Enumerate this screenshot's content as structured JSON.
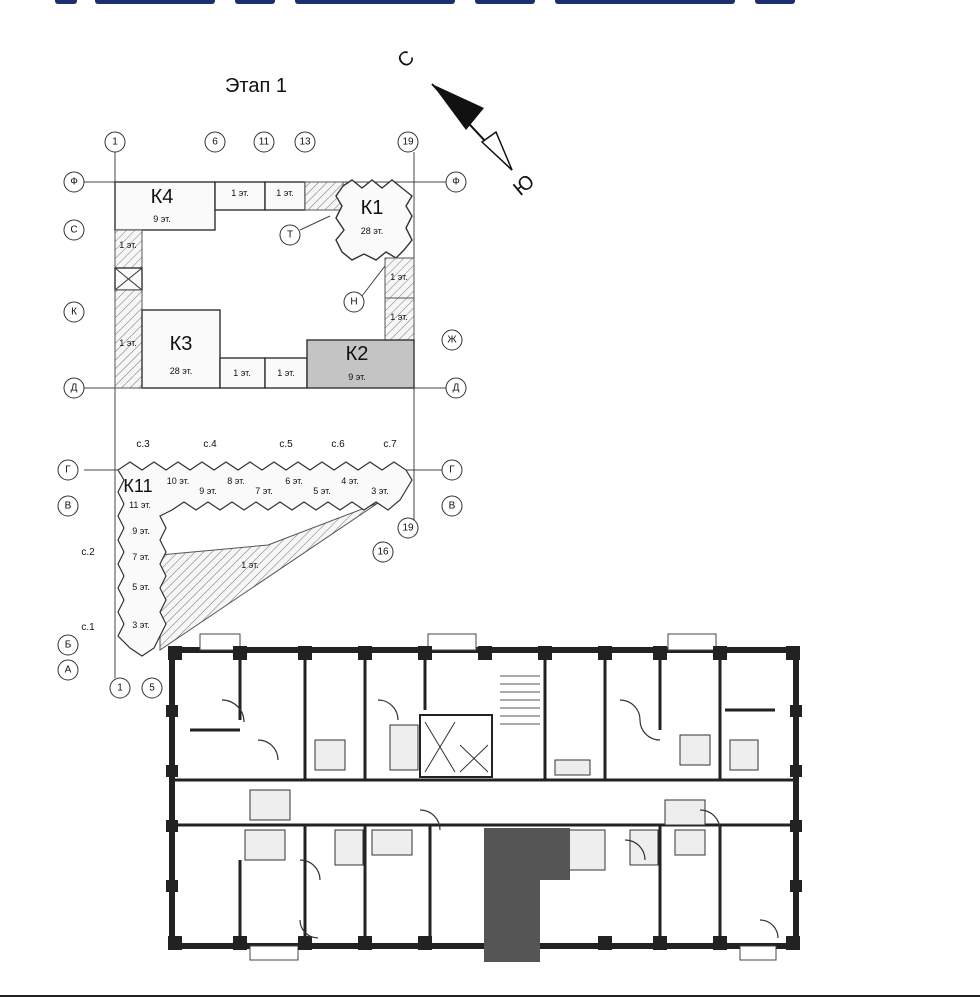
{
  "stage_title": "Этап 1",
  "compass": {
    "north": "С",
    "south": "Ю"
  },
  "axes": {
    "top": [
      "1",
      "6",
      "11",
      "13",
      "19"
    ],
    "left": [
      "Ф",
      "С",
      "К",
      "Д",
      "Г",
      "В",
      "Б",
      "А"
    ],
    "right": [
      "Ф",
      "Ж",
      "Д",
      "Г",
      "В"
    ],
    "bottom": [
      "1",
      "5",
      "16",
      "19"
    ],
    "inner": [
      "Т",
      "Н"
    ]
  },
  "blocks": {
    "k1": {
      "name": "К1",
      "floors": "28 эт."
    },
    "k2": {
      "name": "К2",
      "floors": "9 эт."
    },
    "k3": {
      "name": "К3",
      "floors": "28 эт."
    },
    "k4": {
      "name": "К4",
      "floors": "9 эт."
    },
    "k11": {
      "name": "К11",
      "floors": "11 эт."
    }
  },
  "one_floor": "1 эт.",
  "sections": [
    "с.1",
    "с.2",
    "с.3",
    "с.4",
    "с.5",
    "с.6",
    "с.7"
  ],
  "k11_floors_top": [
    "10 эт.",
    "9 эт.",
    "8 эт.",
    "7 эт.",
    "6 эт.",
    "5 эт.",
    "4 эт.",
    "3 эт."
  ],
  "k11_floors_left": [
    "9 эт.",
    "7 эт.",
    "5 эт.",
    "3 эт."
  ],
  "colors": {
    "highlight": "#c4c4c4",
    "unit": "#555555",
    "navy": "#1b2f6e"
  }
}
